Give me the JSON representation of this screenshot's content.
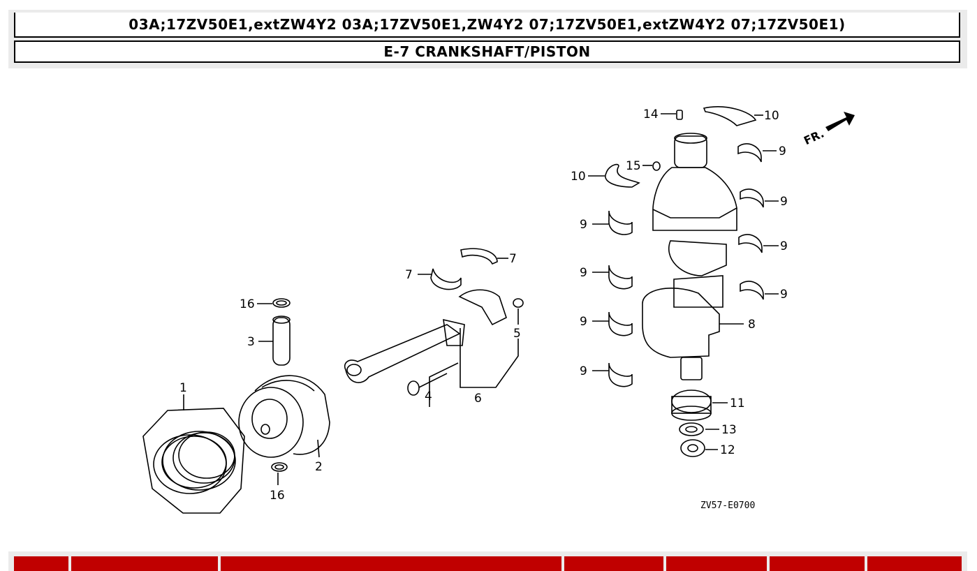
{
  "header": {
    "models_line": "03A;17ZV50E1,extZW4Y2 03A;17ZV50E1,ZW4Y2 07;17ZV50E1,extZW4Y2 07;17ZV50E1)",
    "section_title": "E-7 CRANKSHAFT/PISTON"
  },
  "diagram": {
    "figure_code": "ZV57-E0700",
    "direction_label": "FR.",
    "callouts": {
      "c1": "1",
      "c2": "2",
      "c3": "3",
      "c4": "4",
      "c5": "5",
      "c6": "6",
      "c7a": "7",
      "c7b": "7",
      "c8": "8",
      "c9a": "9",
      "c9b": "9",
      "c9c": "9",
      "c9d": "9",
      "c9e": "9",
      "c9f": "9",
      "c9g": "9",
      "c9h": "9",
      "c10a": "10",
      "c10b": "10",
      "c11": "11",
      "c12": "12",
      "c13": "13",
      "c14": "14",
      "c15": "15",
      "c16a": "16",
      "c16b": "16"
    }
  },
  "parts_table": {
    "columns": [
      "",
      "",
      "",
      "",
      "",
      "",
      ""
    ]
  },
  "colors": {
    "table_header_bg": "#c00000",
    "header_bar_bg": "#ebebeb"
  }
}
